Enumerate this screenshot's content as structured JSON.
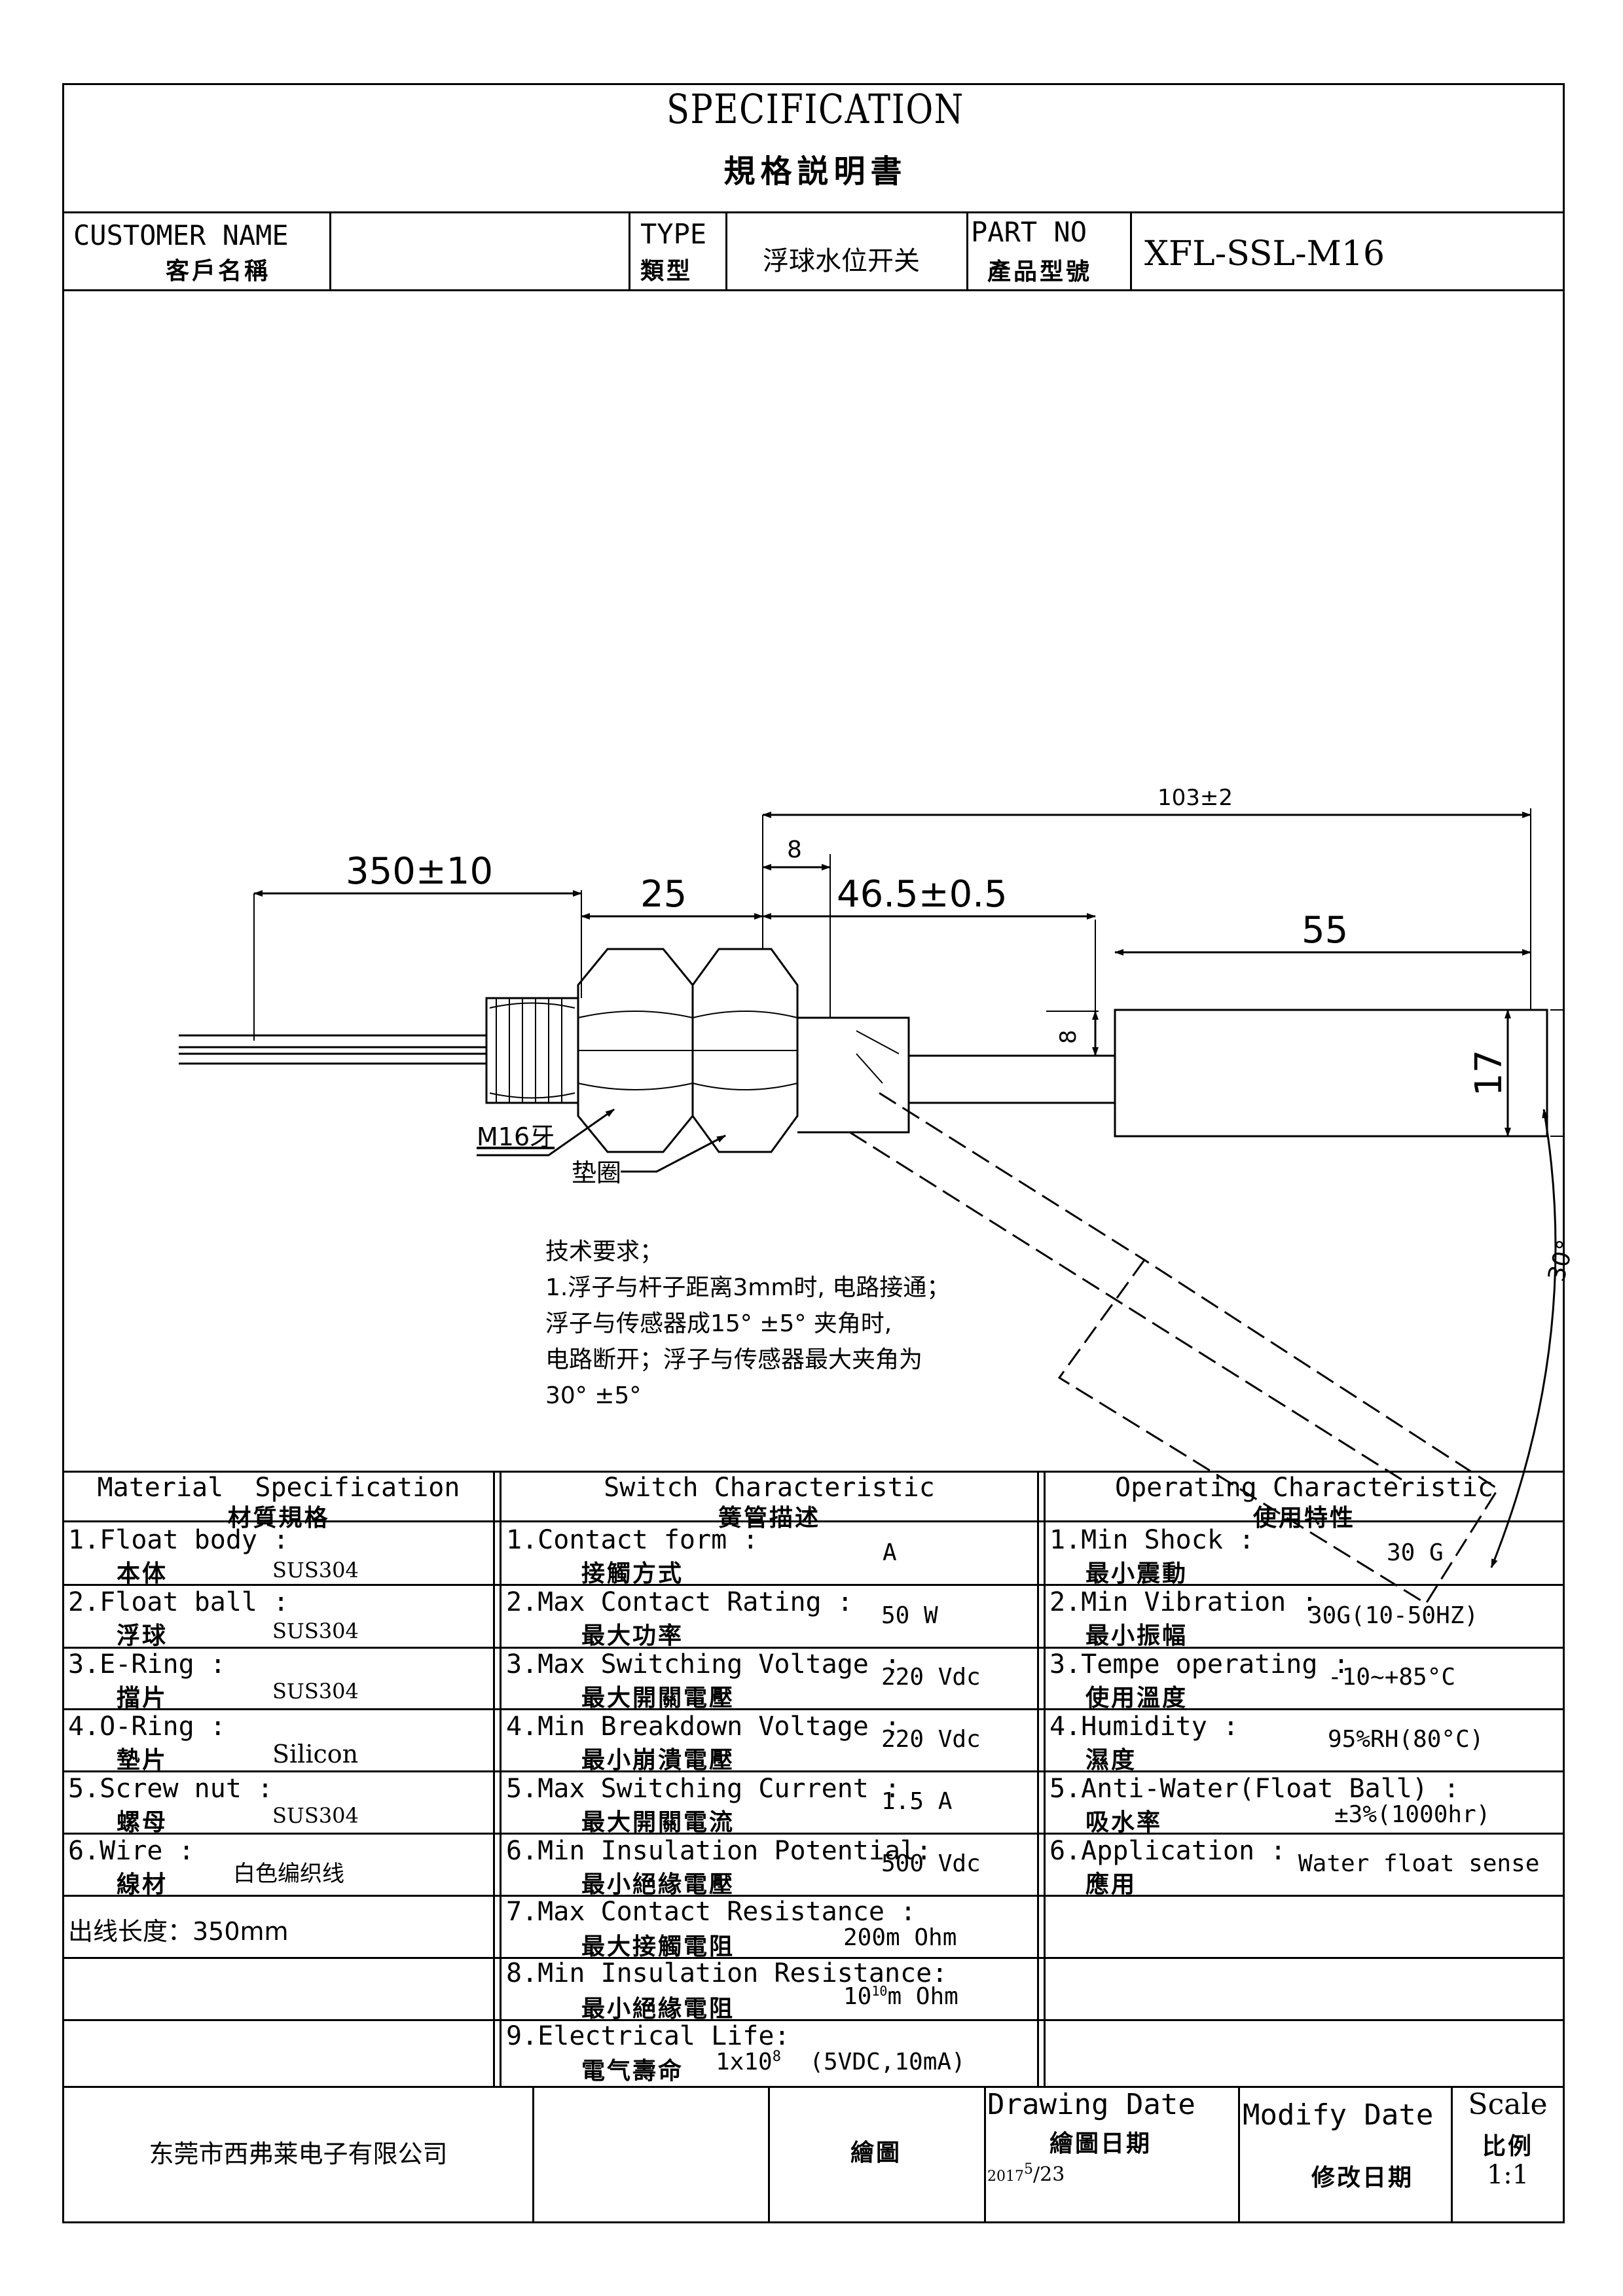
{
  "header": {
    "title_en": "SPECIFICATION",
    "title_cn": "規格説明書"
  },
  "info_row": {
    "customer_label_en": "CUSTOMER NAME",
    "customer_label_cn": "客戶名稱",
    "customer_value": "",
    "type_label_en": "TYPE",
    "type_label_cn": "類型",
    "type_value": "浮球水位开关",
    "part_label_en": "PART NO",
    "part_label_cn": "產品型號",
    "part_value": "XFL-SSL-M16"
  },
  "drawing": {
    "dim_total": "103±2",
    "dim_8_top": "8",
    "dim_cable": "350±10",
    "dim_25": "25",
    "dim_46": "46.5±0.5",
    "dim_55": "55",
    "dim_8_side": "8",
    "dim_17": "17",
    "thread_label": "M16牙",
    "washer_label": "垫圈",
    "angle_label": "30°",
    "notes": [
      "技术要求；",
      "1.浮子与杆子距离3mm时, 电路接通；",
      "浮子与传感器成15° ±5° 夹角时,",
      "电路断开；浮子与传感器最大夹角为",
      "30° ±5°"
    ]
  },
  "spec_headers": {
    "material_en": "Material  Specification",
    "material_cn": "材質規格",
    "switch_en": "Switch Characteristic",
    "switch_cn": "簧管描述",
    "operating_en": "Operating Characteristic",
    "operating_cn": "使用特性"
  },
  "material": [
    {
      "en": "1.Float body :",
      "cn": "本体",
      "value": "SUS304"
    },
    {
      "en": "2.Float ball :",
      "cn": "浮球",
      "value": "SUS304"
    },
    {
      "en": "3.E-Ring :",
      "cn": "擋片",
      "value": "SUS304"
    },
    {
      "en": "4.O-Ring :",
      "cn": "墊片",
      "value": "Silicon"
    },
    {
      "en": "5.Screw nut :",
      "cn": "螺母",
      "value": "SUS304"
    },
    {
      "en": "6.Wire :",
      "cn": "線材",
      "value": "白色编织线"
    }
  ],
  "material_extra": "出线长度：350mm",
  "switch": [
    {
      "en": "1.Contact form :",
      "cn": "接觸方式",
      "value": "A"
    },
    {
      "en": "2.Max Contact Rating :",
      "cn": "最大功率",
      "value": "50 W"
    },
    {
      "en": "3.Max Switching Voltage :",
      "cn": "最大開關電壓",
      "value": "220 Vdc"
    },
    {
      "en": "4.Min Breakdown Voltage :",
      "cn": "最小崩潰電壓",
      "value": "220 Vdc"
    },
    {
      "en": "5.Max Switching Current :",
      "cn": "最大開關電流",
      "value": "1.5 A"
    },
    {
      "en": "6.Min Insulation Potential:",
      "cn": "最小絕緣電壓",
      "value": "500 Vdc"
    },
    {
      "en": "7.Max Contact Resistance :",
      "cn": "最大接觸電阻",
      "value": "200m Ohm"
    },
    {
      "en": "8.Min Insulation Resistance:",
      "cn": "最小絕緣電阻",
      "value_base": "10",
      "value_exp": "10",
      "value_unit": "m Ohm"
    },
    {
      "en": "9.Electrical Life:",
      "cn": "電气壽命",
      "value_base": "1x10",
      "value_exp": "8",
      "value_unit": "(5VDC,10mA)"
    }
  ],
  "operating": [
    {
      "en": "1.Min Shock :",
      "cn": "最小震動",
      "value": "30 G"
    },
    {
      "en": "2.Min Vibration :",
      "cn": "最小振幅",
      "value": "30G(10-50HZ)"
    },
    {
      "en": "3.Tempe operating :",
      "cn": "使用溫度",
      "value": "-10~+85°C"
    },
    {
      "en": "4.Humidity :",
      "cn": "濕度",
      "value": "95%RH(80°C)"
    },
    {
      "en": "5.Anti-Water(Float Ball) :",
      "cn": "吸水率",
      "value": "±3%(1000hr)"
    },
    {
      "en": "6.Application :",
      "cn": "應用",
      "value": "Water float sense"
    }
  ],
  "footer": {
    "company": "东莞市西弗莱电子有限公司",
    "draw_label": "繪圖",
    "drawing_date_en": "Drawing Date",
    "drawing_date_cn": "繪圖日期",
    "drawing_date_year": "2017",
    "drawing_date_month": "5",
    "drawing_date_day": "/23",
    "modify_date_en": "Modify Date",
    "modify_date_cn": "修改日期",
    "scale_en": "Scale",
    "scale_cn": "比例",
    "scale_value": "1:1"
  }
}
